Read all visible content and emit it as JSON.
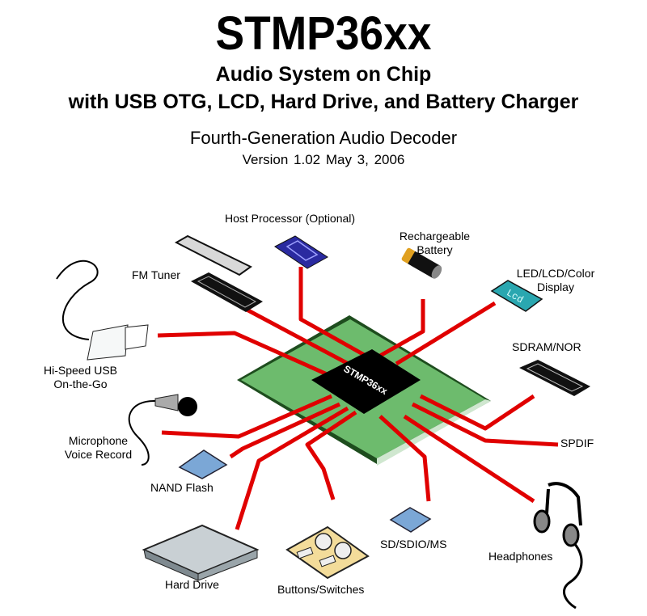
{
  "header": {
    "title": "STMP36xx",
    "subtitle_line1": "Audio System on Chip",
    "subtitle_line2": "with USB OTG, LCD, Hard Drive, and Battery Charger",
    "description": "Fourth-Generation Audio Decoder",
    "version": "Version 1.02   May 3, 2006"
  },
  "chip": {
    "label": "STMP36xx",
    "board_color": "#6dbb6d",
    "board_edge_color": "#1e4d1e",
    "chip_color": "#000000",
    "trace_color": "#e00000"
  },
  "components": {
    "host_processor": {
      "label": "Host Processor (Optional)",
      "icon": "chip-icon",
      "color": "#2a2aa0"
    },
    "battery": {
      "line1": "Rechargeable",
      "line2": "Battery",
      "icon": "battery-icon"
    },
    "display": {
      "line1": "LED/LCD/Color",
      "line2": "Display",
      "icon": "lcd-display-icon",
      "screen_text": "Lcd",
      "color": "#2aa7b0"
    },
    "fm_tuner": {
      "label": "FM Tuner",
      "icon": "fm-tuner-icon"
    },
    "usb": {
      "line1": "Hi-Speed USB",
      "line2": "On-the-Go",
      "icon": "usb-plug-icon"
    },
    "sdram": {
      "label": "SDRAM/NOR",
      "icon": "memory-chip-icon"
    },
    "microphone": {
      "line1": "Microphone",
      "line2": "Voice Record",
      "icon": "microphone-icon"
    },
    "spdif": {
      "label": "SPDIF"
    },
    "nand": {
      "label": "NAND Flash",
      "icon": "flash-card-icon",
      "color": "#7ba7d6"
    },
    "hard_drive": {
      "label": "Hard Drive",
      "icon": "hard-drive-icon"
    },
    "buttons": {
      "label": "Buttons/Switches",
      "icon": "buttons-panel-icon",
      "color": "#f3dc9a"
    },
    "sd": {
      "label": "SD/SDIO/MS",
      "icon": "sd-card-icon",
      "color": "#7ba7d6"
    },
    "headphones": {
      "label": "Headphones",
      "icon": "headphones-icon"
    }
  }
}
